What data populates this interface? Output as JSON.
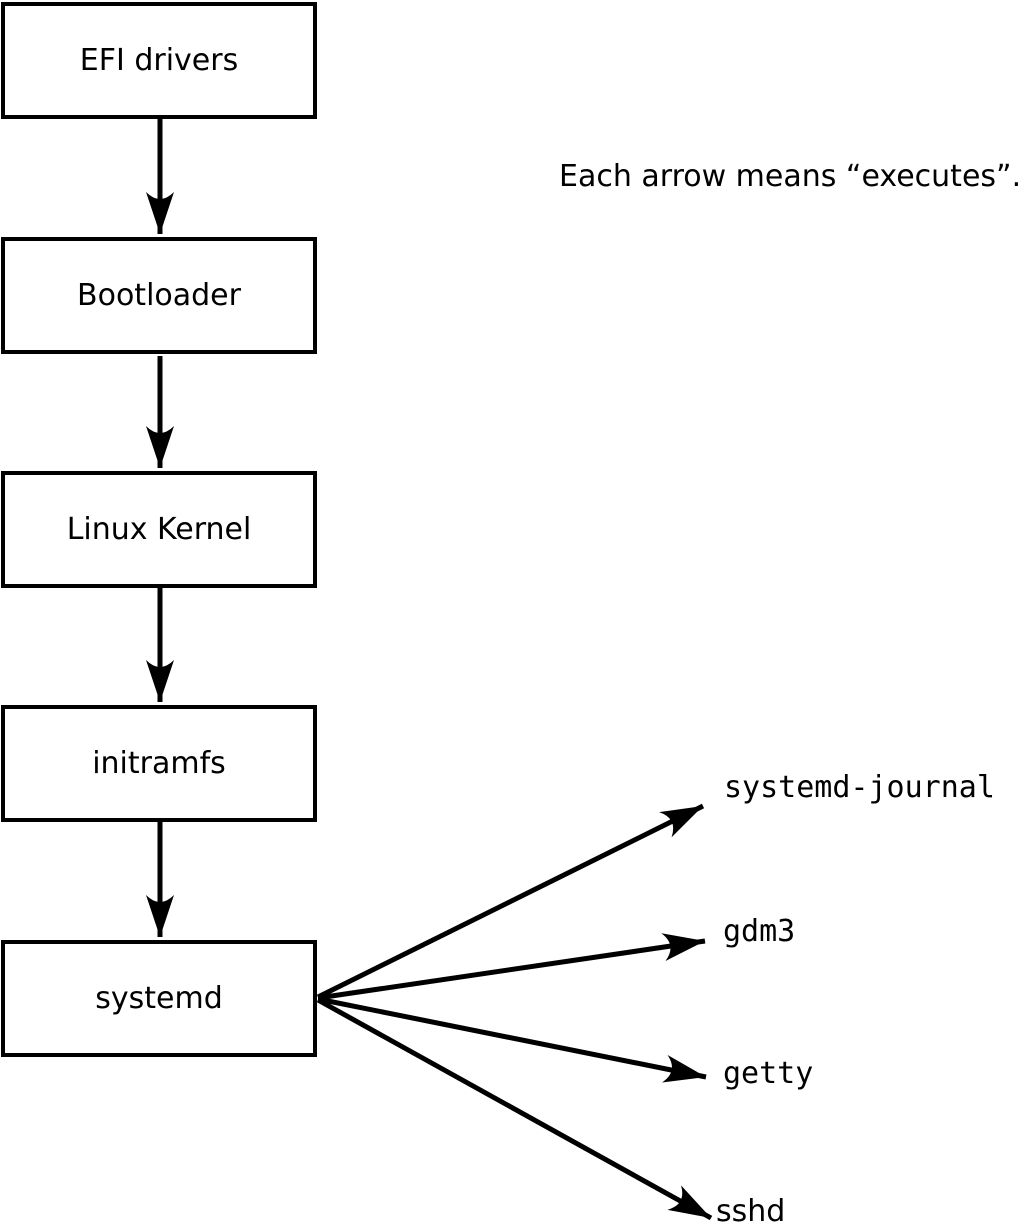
{
  "diagram": {
    "note": "Each arrow means “executes”.",
    "chain": [
      {
        "id": "efi-drivers",
        "label": "EFI drivers"
      },
      {
        "id": "bootloader",
        "label": "Bootloader"
      },
      {
        "id": "linux-kernel",
        "label": "Linux Kernel"
      },
      {
        "id": "initramfs",
        "label": "initramfs"
      },
      {
        "id": "systemd",
        "label": "systemd"
      }
    ],
    "spawned": [
      {
        "id": "systemd-journal",
        "label": "systemd-journal"
      },
      {
        "id": "gdm3",
        "label": "gdm3"
      },
      {
        "id": "getty",
        "label": "getty"
      },
      {
        "id": "sshd",
        "label": "sshd"
      }
    ],
    "colors": {
      "line": "#000000",
      "box_fill": "#ffffff",
      "text": "#000000",
      "background": "#ffffff"
    }
  }
}
